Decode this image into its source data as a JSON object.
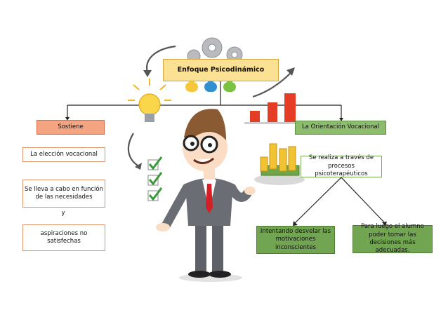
{
  "title": "Enfoque Psicodinámico",
  "left": {
    "head": "Sostiene",
    "item1": "La elección vocacional",
    "item2": "Se lleva a cabo en función de las necesidades",
    "connector": "y",
    "item3": "aspiraciones no satisfechas"
  },
  "right": {
    "head": "La Orientación Vocacional",
    "sub": "Se realiza a través de procesos psicoterapéuticos",
    "out1": "Intentando desvelar las motivaciones inconscientes",
    "out2": "Para luego el alumno poder tomar las decisiones más adecuadas."
  },
  "colors": {
    "title_fill": "#fbe193",
    "orange_fill": "#f4a481",
    "green_fill": "#8dbd6c",
    "green_dark": "#72a552",
    "lines": "#222222"
  },
  "icons": [
    "gears-icon",
    "lightbulb-icon",
    "checkmarks-icon",
    "bar-chart-icon",
    "coins-icon",
    "cartoon-businessman"
  ]
}
